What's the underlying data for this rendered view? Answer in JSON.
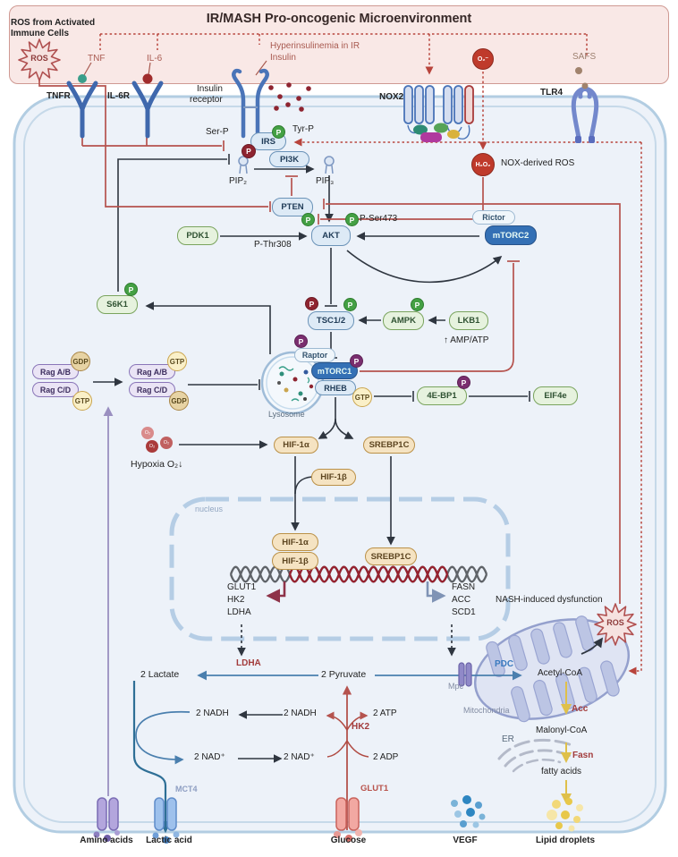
{
  "banner": {
    "title": "IR/MASH Pro-oncogenic Microenvironment",
    "ros_source": "ROS from Activated Immune Cells",
    "tnf": "TNF",
    "il6": "IL-6",
    "hyperinsulinemia": "Hyperinsulinemia in IR",
    "insulin": "Insulin",
    "superoxide": "O₂⁻",
    "safs": "SAFS"
  },
  "receptors": {
    "tnfr": "TNFR",
    "il6r": "IL-6R",
    "insulin_line1": "Insulin",
    "insulin_line2": "receptor",
    "nox2": "NOX2",
    "tlr4": "TLR4"
  },
  "ros": {
    "immune": "ROS",
    "nash": "ROS",
    "nash_caption": "NASH-induced dysfunction",
    "nox_derived": "NOX-derived ROS",
    "h2o2": "H₂O₂"
  },
  "badges": {
    "p": "P",
    "gtp": "GTP",
    "gdp": "GDP"
  },
  "signaling": {
    "irs": "IRS",
    "tyr_p": "Tyr-P",
    "ser_p": "Ser-P",
    "pi3k": "PI3K",
    "pip2": "PIP₂",
    "pip3": "PIP₃",
    "pten": "PTEN",
    "pdk1": "PDK1",
    "akt": "AKT",
    "p_thr308": "P-Thr308",
    "p_ser473": "P-Ser473",
    "rictor": "Rictor",
    "mtorc2": "mTORC2",
    "s6k1": "S6K1",
    "tsc12": "TSC1/2",
    "ampk": "AMPK",
    "lkb1": "LKB1",
    "amp_atp": "↑ AMP/ATP",
    "raptor": "Raptor",
    "mtorc1": "mTORC1",
    "rheb": "RHEB",
    "rag_ab": "Rag A/B",
    "rag_cd": "Rag C/D",
    "lysosome": "Lysosome",
    "four_ebp1": "4E-BP1",
    "eif4e": "EIF4e"
  },
  "hif": {
    "hif1a": "HIF-1α",
    "hif1b": "HIF-1β",
    "srebp1c": "SREBP1C",
    "hypoxia": "Hypoxia O₂↓",
    "o2": "O₂"
  },
  "nucleus": {
    "label": "nucleus",
    "genes_left": [
      "GLUT1",
      "HK2",
      "LDHA"
    ],
    "genes_right": [
      "FASN",
      "ACC",
      "SCD1"
    ]
  },
  "metabolism": {
    "lactate": "2 Lactate",
    "ldha": "LDHA",
    "pyruvate": "2 Pyruvate",
    "nadh": "2 NADH",
    "nad": "2 NAD⁺",
    "atp": "2 ATP",
    "adp": "2 ADP",
    "hk2": "HK2",
    "pdc": "PDC",
    "mpc": "Mpc",
    "acetyl_coa": "Acetyl-CoA",
    "mitochondria": "Mitochondria",
    "acc": "Acc",
    "malonyl_coa": "Malonyl-CoA",
    "fasn": "Fasn",
    "fatty_acids": "fatty acids",
    "er": "ER"
  },
  "exports": {
    "mct4": "MCT4",
    "glut1": "GLUT1",
    "amino_acids": "Amino acids",
    "lactic_acid": "Lactic acid",
    "glucose": "Glucose",
    "vegf": "VEGF",
    "lipid_droplets": "Lipid droplets"
  },
  "colors": {
    "inhibition_red": "#b5534e",
    "dotted_red": "#b8443c",
    "phospho_green": "#44a044",
    "phospho_dark_red": "#8e2430",
    "phospho_purple": "#7a2e6f",
    "mtor_blue": "#3470b5",
    "membrane_blue": "#b2cde2",
    "banner_pink": "#f9e8e6",
    "tan_node": "#f5e3c2",
    "green_node": "#e6f2de",
    "lipid_yellow": "#dfc04a"
  },
  "icons": {
    "ros_star": "12-point starburst",
    "phospho_badge": "circle with P",
    "receptor": "Y-shaped membrane receptor",
    "transporter": "double-barrel membrane channel",
    "dna": "double helix"
  }
}
